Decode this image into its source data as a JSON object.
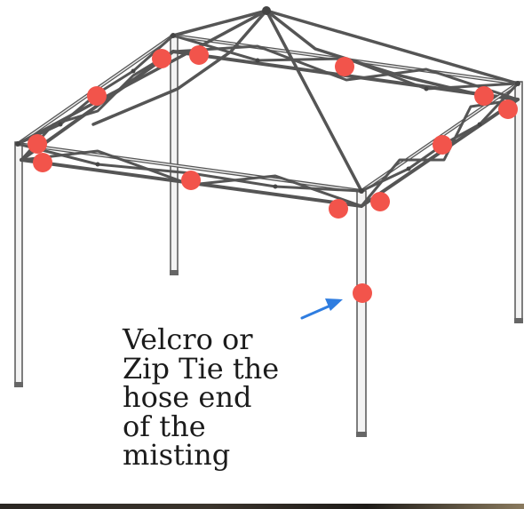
{
  "caption": {
    "lines": [
      "Velcro or",
      "Zip Tie the",
      "hose end",
      "of the",
      "misting"
    ]
  },
  "colors": {
    "marker": "#f2544b",
    "arrow": "#2f7de0",
    "frame": "#555555"
  },
  "icons": {
    "marker": "red-circle-marker",
    "pointer": "blue-arrow-icon"
  }
}
